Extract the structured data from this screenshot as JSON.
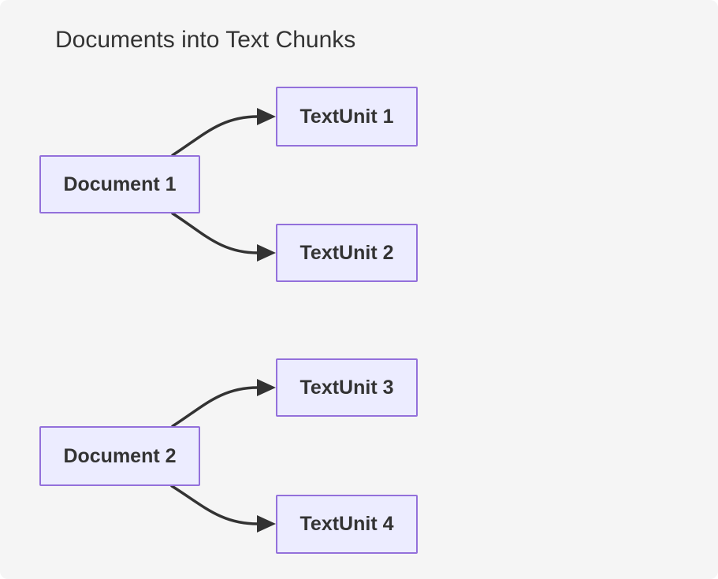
{
  "diagram": {
    "title": "Documents into Text Chunks",
    "type": "flowchart",
    "direction": "left-to-right",
    "nodes": [
      {
        "id": "doc1",
        "label": "Document 1"
      },
      {
        "id": "tu1",
        "label": "TextUnit 1"
      },
      {
        "id": "tu2",
        "label": "TextUnit 2"
      },
      {
        "id": "doc2",
        "label": "Document 2"
      },
      {
        "id": "tu3",
        "label": "TextUnit 3"
      },
      {
        "id": "tu4",
        "label": "TextUnit 4"
      }
    ],
    "edges": [
      {
        "from": "Document 1",
        "to": "TextUnit 1"
      },
      {
        "from": "Document 1",
        "to": "TextUnit 2"
      },
      {
        "from": "Document 2",
        "to": "TextUnit 3"
      },
      {
        "from": "Document 2",
        "to": "TextUnit 4"
      }
    ],
    "colors": {
      "canvas_background": "#f5f5f5",
      "node_fill": "#ececff",
      "node_border": "#9370db",
      "edge_stroke": "#333333",
      "text": "#333333"
    }
  }
}
